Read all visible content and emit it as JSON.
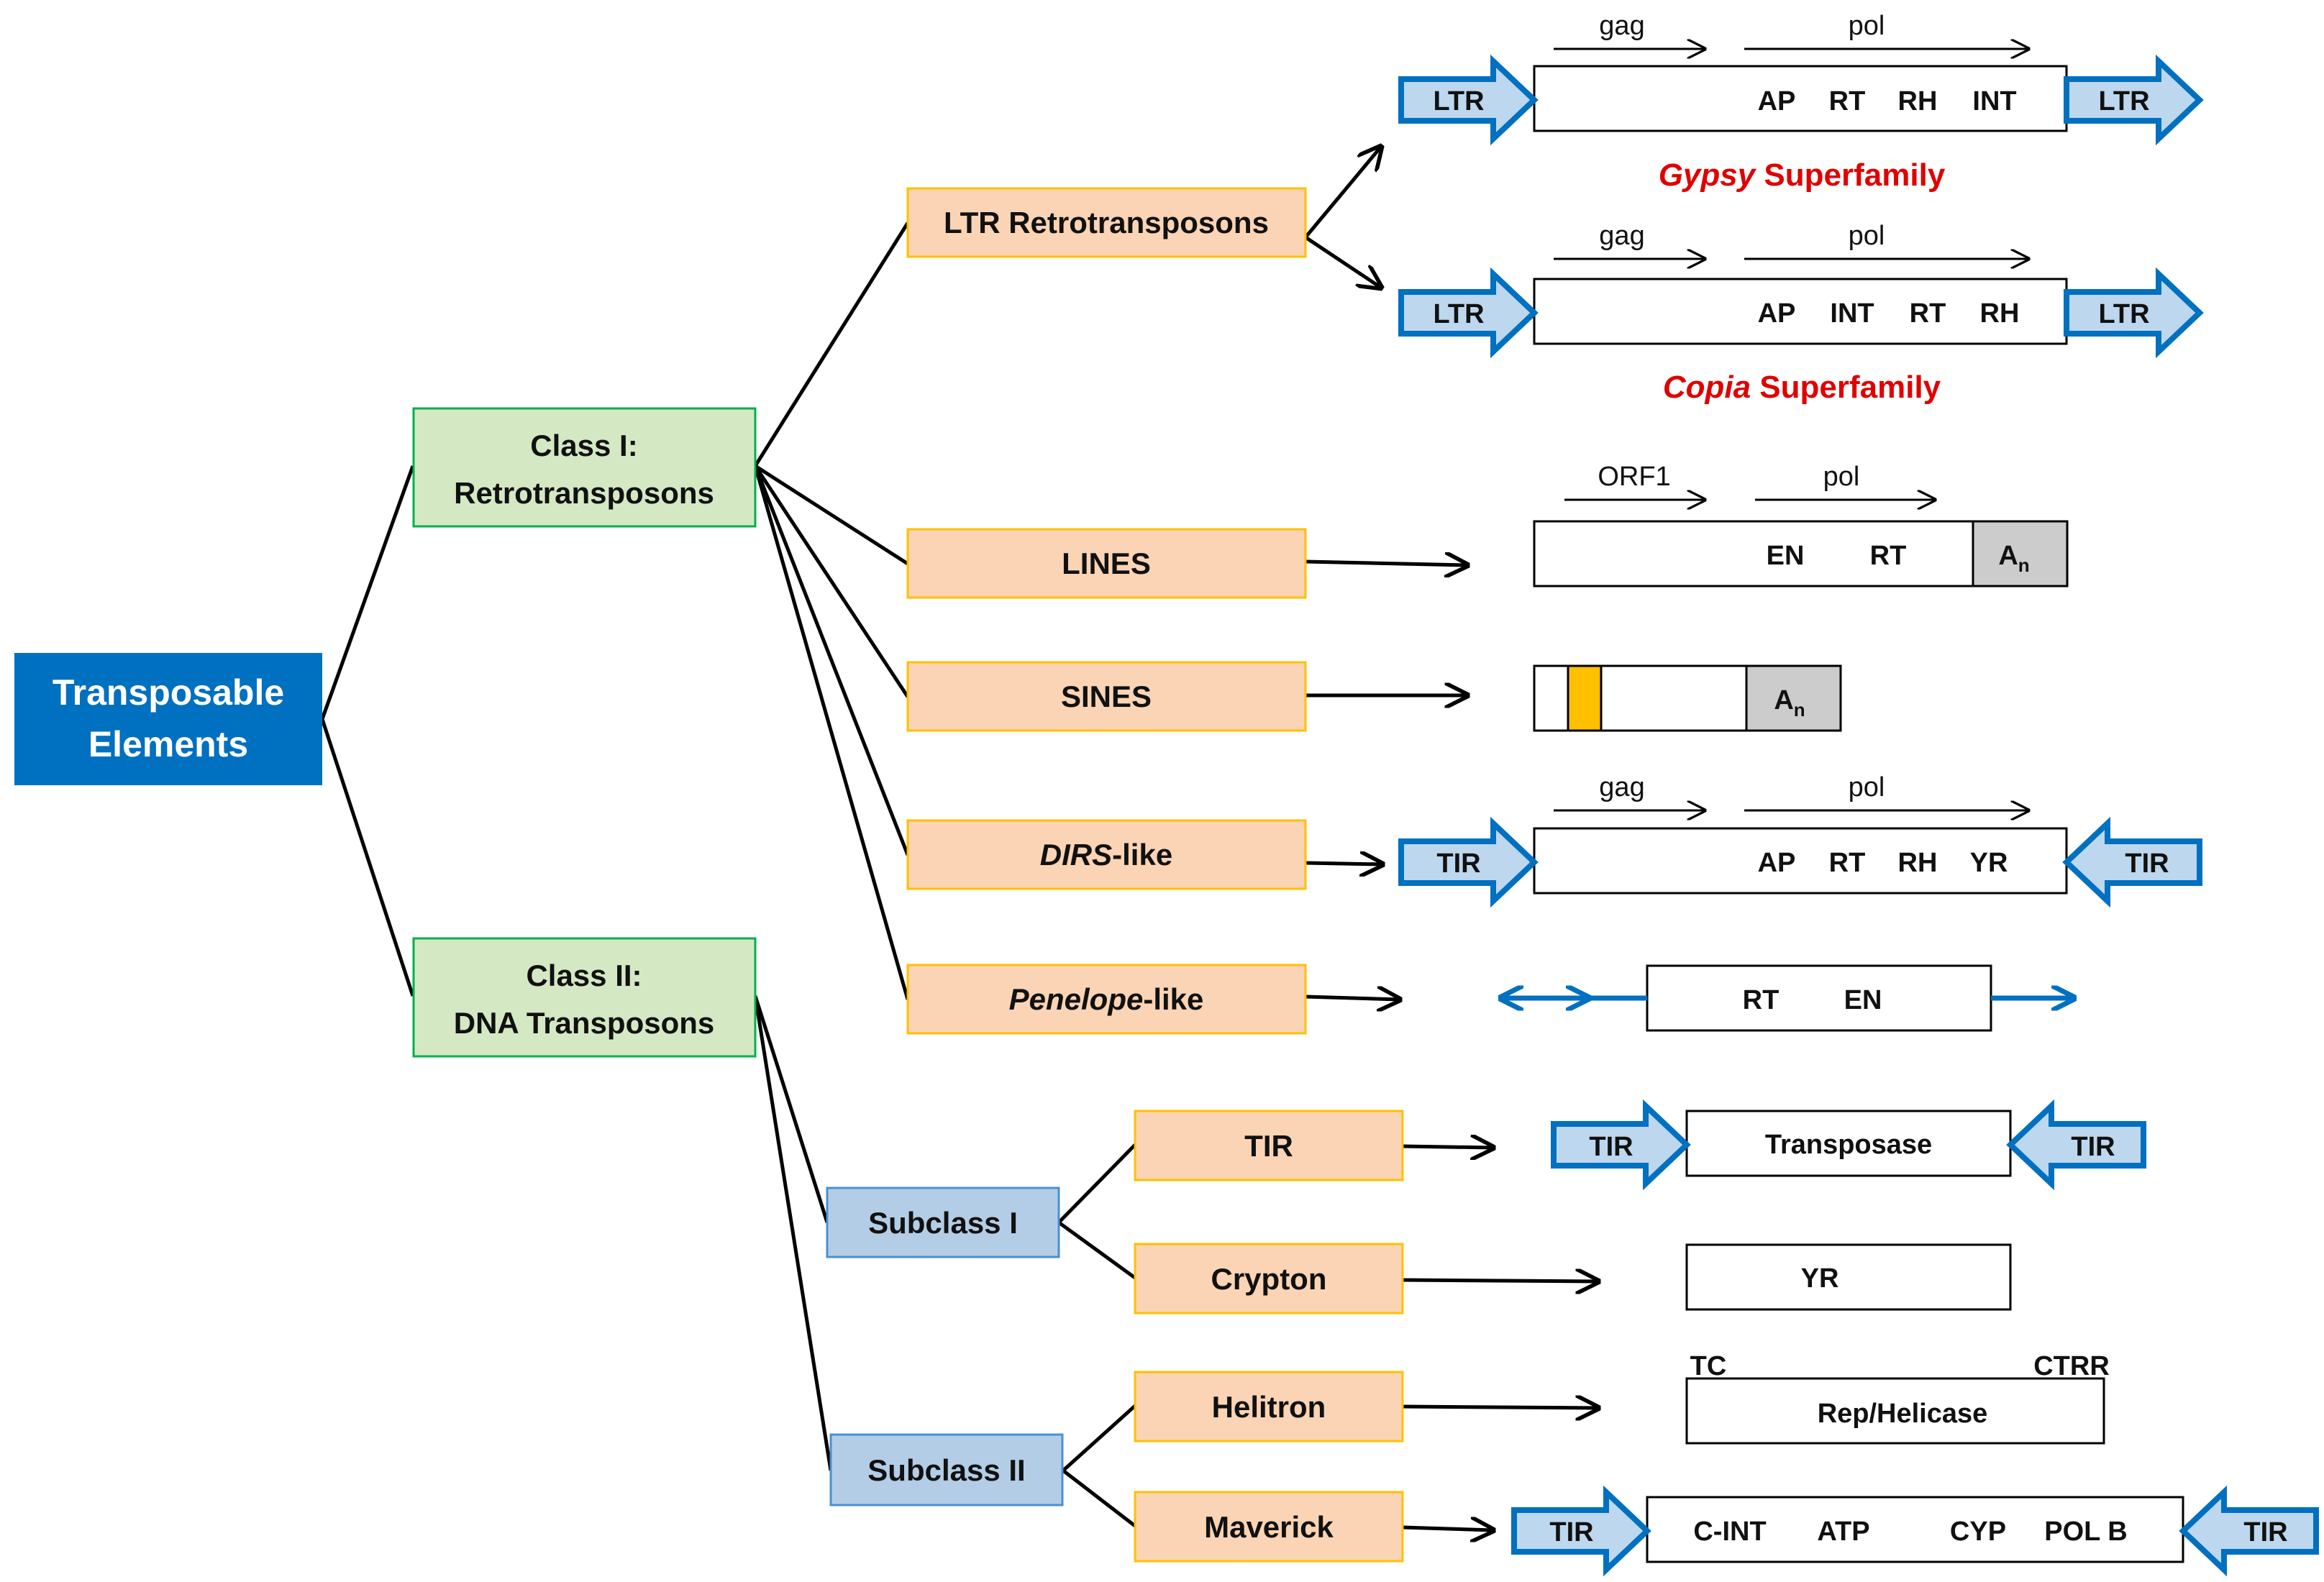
{
  "root": {
    "line1": "Transposable",
    "line2": "Elements"
  },
  "classes": {
    "class1": {
      "line1": "Class I:",
      "line2": "Retrotransposons"
    },
    "class2": {
      "line1": "Class II:",
      "line2": "DNA Transposons"
    }
  },
  "subclasses": {
    "sub1": "Subclass I",
    "sub2": "Subclass II"
  },
  "orders": {
    "ltr": "LTR Retrotransposons",
    "lines": "LINES",
    "sines": "SINES",
    "dirs_italic": "DIRS",
    "dirs_rest": "-like",
    "penelope_italic": "Penelope",
    "penelope_rest": "-like",
    "tir": "TIR",
    "crypton": "Crypton",
    "helitron": "Helitron",
    "maverick": "Maverick"
  },
  "gypsy": {
    "orf1": "gag",
    "orf2": "pol",
    "domains": [
      "AP",
      "RT",
      "RH",
      "INT"
    ],
    "left_end": "LTR",
    "right_end": "LTR",
    "family_italic": "Gypsy",
    "family_rest": " Superfamily"
  },
  "copia": {
    "orf1": "gag",
    "orf2": "pol",
    "domains": [
      "AP",
      "INT",
      "RT",
      "RH"
    ],
    "left_end": "LTR",
    "right_end": "LTR",
    "family_italic": "Copia",
    "family_rest": " Superfamily"
  },
  "lines": {
    "orf1": "ORF1",
    "orf2": "pol",
    "domains": [
      "EN",
      "RT"
    ],
    "tail": "A",
    "tail_sub": "n"
  },
  "sines": {
    "tail": "A",
    "tail_sub": "n"
  },
  "dirs": {
    "orf1": "gag",
    "orf2": "pol",
    "domains": [
      "AP",
      "RT",
      "RH",
      "YR"
    ],
    "left_end": "TIR",
    "right_end": "TIR"
  },
  "penelope": {
    "domains": [
      "RT",
      "EN"
    ]
  },
  "tir_element": {
    "domain": "Transposase",
    "left_end": "TIR",
    "right_end": "TIR"
  },
  "crypton_element": {
    "domain": "YR"
  },
  "helitron_element": {
    "domain": "Rep/Helicase",
    "left_label": "TC",
    "right_label": "CTRR"
  },
  "maverick_element": {
    "domains": [
      "C-INT",
      "ATP",
      "CYP",
      "POL B"
    ],
    "left_end": "TIR",
    "right_end": "TIR"
  },
  "colors": {
    "root_fill": "#0070c0",
    "class_fill": "#d5e8c4",
    "class_border": "#00b050",
    "order_fill": "#fad4b4",
    "order_border": "#ffc000",
    "subclass_fill": "#b4cde6",
    "subclass_border": "#4a90d0",
    "ends_fill": "#bdd7ee",
    "ends_stroke": "#0070c0",
    "family_text": "#e00000",
    "polyA_fill": "#cccccc",
    "sine_marker": "#ffc000"
  }
}
